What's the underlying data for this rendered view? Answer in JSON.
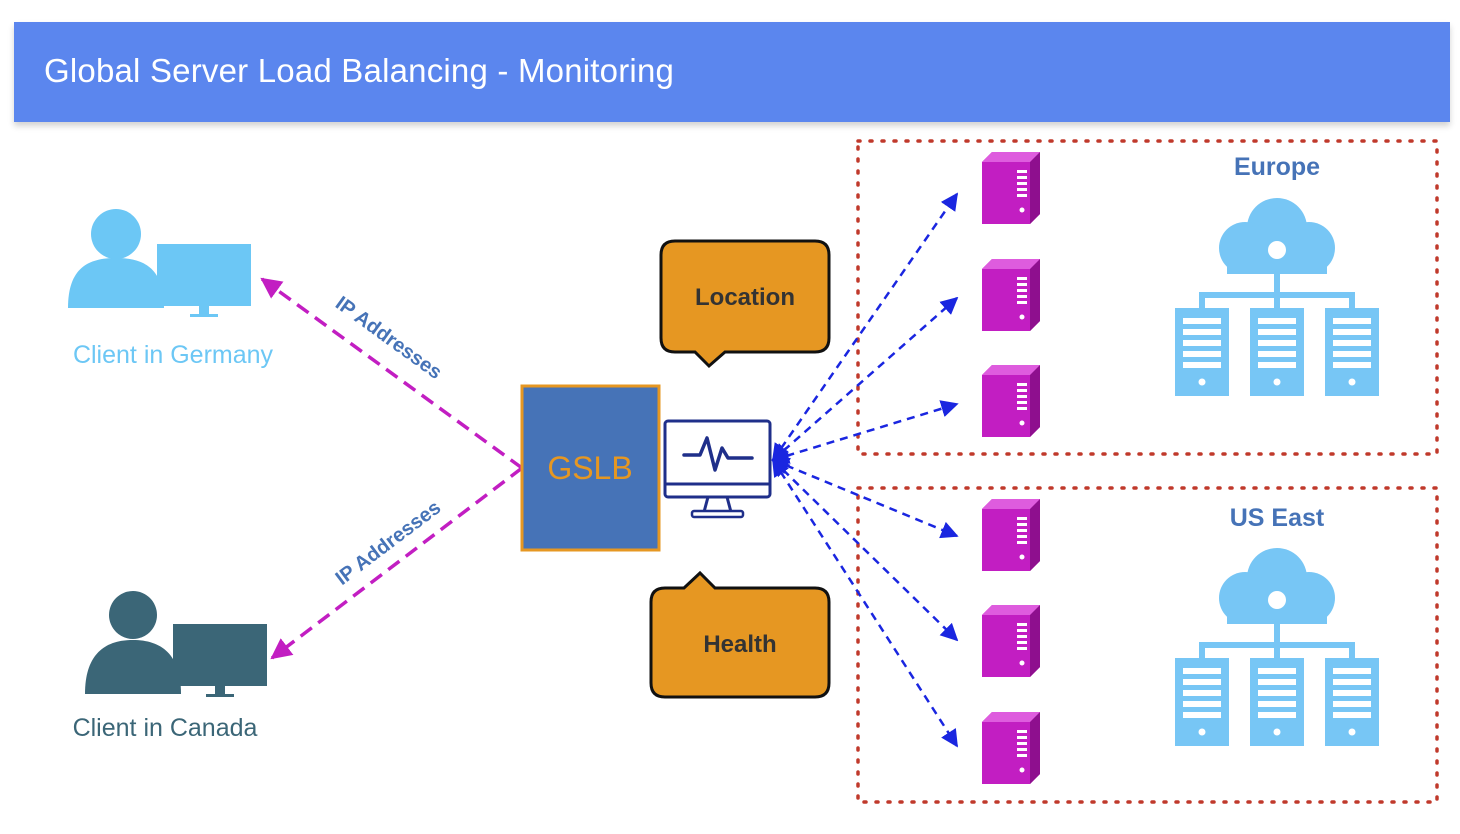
{
  "header": {
    "title": "Global Server Load Balancing - Monitoring"
  },
  "clients": [
    {
      "label": "Client in Germany",
      "color": "#6cc7f5"
    },
    {
      "label": "Client in Canada",
      "color": "#3b6677"
    }
  ],
  "links": {
    "ip_label_top": "IP Addresses",
    "ip_label_bottom": "IP Addresses",
    "color": "#c21ec2"
  },
  "gslb": {
    "label": "GSLB",
    "fill": "#4673b7",
    "border": "#e69722",
    "text_color": "#e69722"
  },
  "callouts": {
    "location": "Location",
    "health": "Health",
    "fill": "#e69722"
  },
  "regions": [
    {
      "label": "Europe",
      "color": "#4673b7"
    },
    {
      "label": "US East",
      "color": "#4673b7"
    }
  ],
  "colors": {
    "server": "#c21ec2",
    "probe": "#1a26e0",
    "datacenter": "#77c6f5",
    "region_border": "#c0392b"
  }
}
